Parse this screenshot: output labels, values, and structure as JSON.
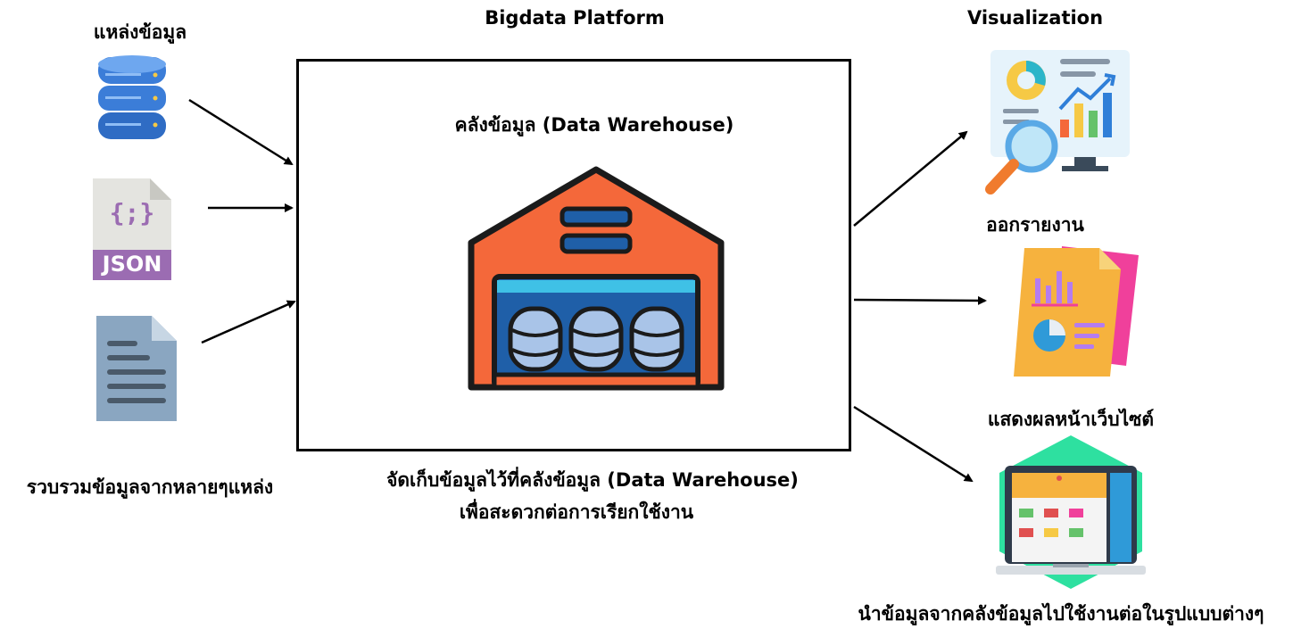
{
  "sources": {
    "heading": "แหล่งข้อมูล",
    "caption": "รวบรวมข้อมูลจากหลายๆแหล่ง",
    "json_file_label": "JSON",
    "json_file_symbol": "{;}",
    "icons": [
      "database-server-icon",
      "json-file-icon",
      "text-document-icon"
    ]
  },
  "platform": {
    "heading": "Bigdata Platform",
    "box_title": "คลังข้อมูล (Data Warehouse)",
    "caption_line1": "จัดเก็บข้อมูลไว้ที่คลังข้อมูล (Data Warehouse)",
    "caption_line2": "เพื่อสะดวกต่อการเรียกใช้งาน",
    "icon": "data-warehouse-icon"
  },
  "visualization": {
    "heading": "Visualization",
    "items": [
      {
        "label": "ออกรายงาน",
        "icon": "analytics-dashboard-icon"
      },
      {
        "label": "แสดงผลหน้าเว็บไซต์",
        "icon": "report-documents-icon"
      },
      {
        "label": "นำข้อมูลจากคลังข้อมูลไปใช้งานต่อในรูปแบบต่างๆ",
        "icon": "website-monitor-icon"
      }
    ]
  },
  "colors": {
    "warehouse_orange": "#f4683a",
    "warehouse_blue": "#1f5fa8",
    "database_blue": "#3b7dd8",
    "json_purple": "#9b6cb2",
    "document_gray": "#8aa6c1",
    "website_green": "#2ee0a0"
  }
}
